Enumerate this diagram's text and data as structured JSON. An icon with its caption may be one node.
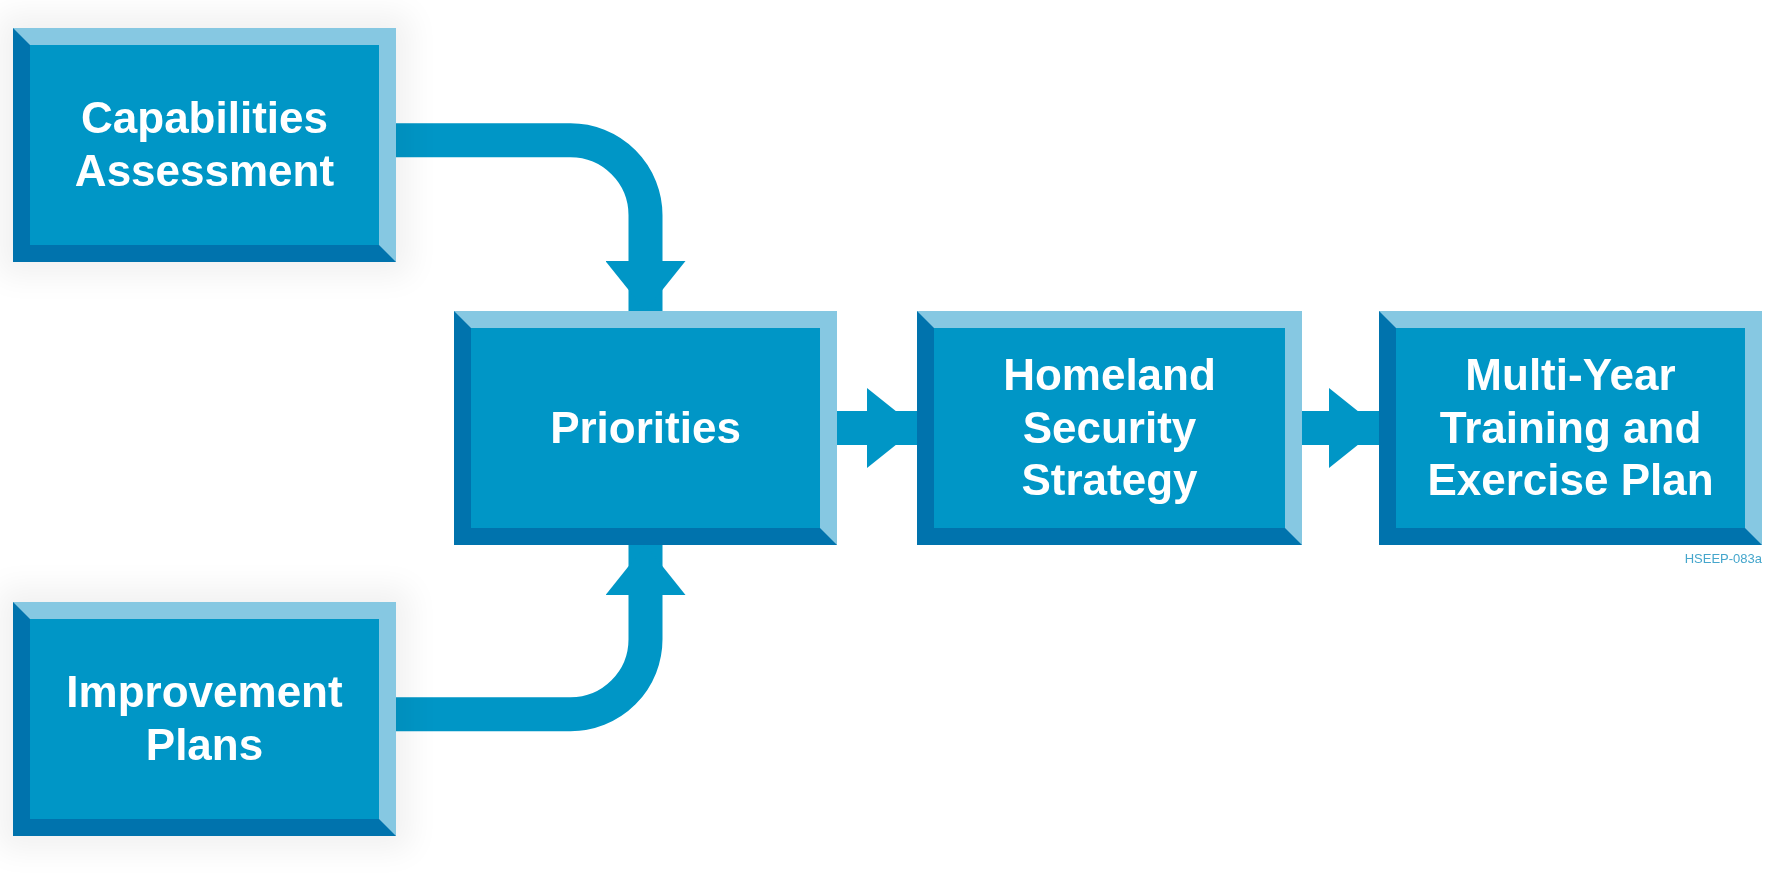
{
  "diagram": {
    "nodes": [
      {
        "text": [
          "Capabilities Assessment"
        ]
      },
      {
        "text": [
          "Improvement Plans"
        ]
      },
      {
        "text": [
          "Priorities"
        ]
      },
      {
        "text": [
          "Homeland Security Strategy"
        ]
      },
      {
        "text": [
          "Multi-Year Training and Exercise Plan"
        ]
      }
    ],
    "edges": [
      {
        "from": 0,
        "to": 2,
        "arrow": "to"
      },
      {
        "from": 1,
        "to": 2,
        "arrow": "to"
      },
      {
        "from": 2,
        "to": 3,
        "arrow": "to"
      },
      {
        "from": 3,
        "to": 4,
        "arrow": "to"
      }
    ],
    "labels": [
      "HSEEP-083a"
    ]
  }
}
